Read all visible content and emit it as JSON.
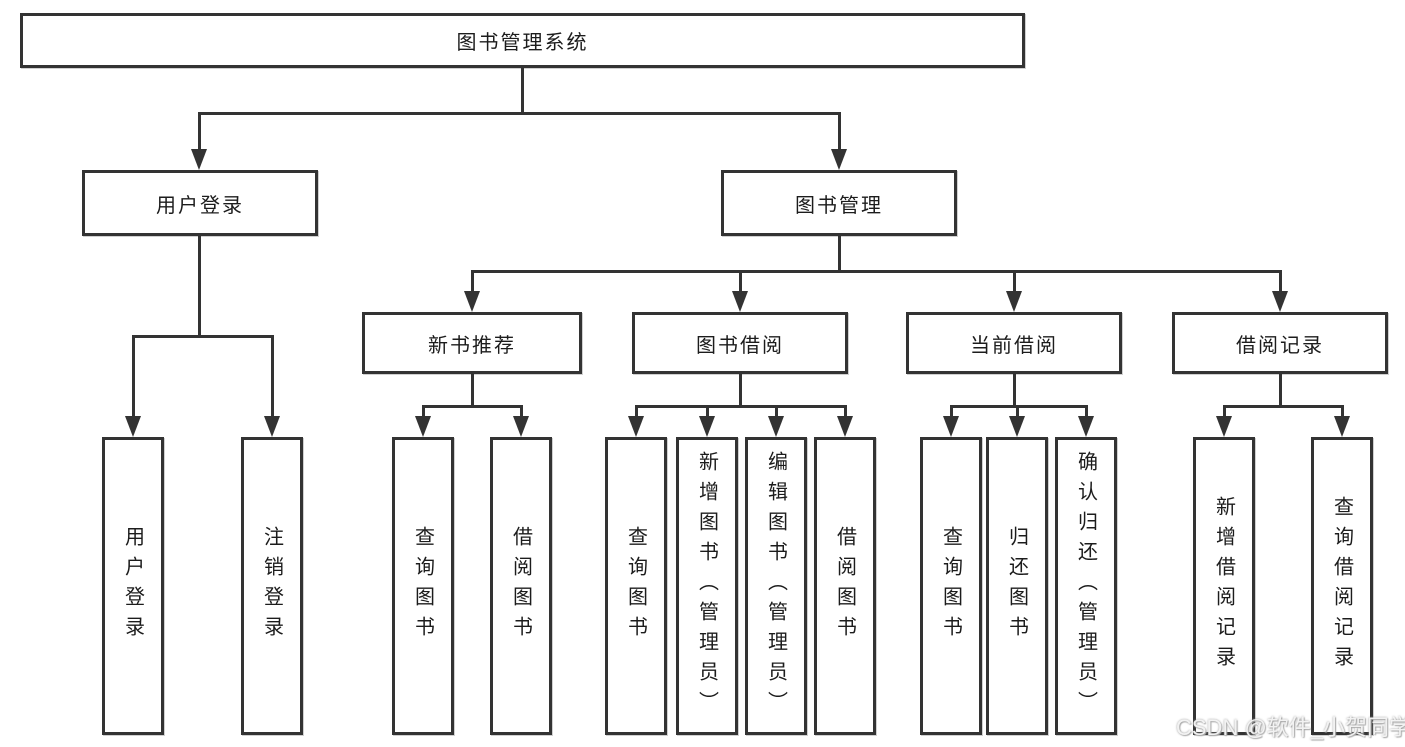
{
  "tree": {
    "root": "图书管理系统",
    "children": [
      {
        "label": "用户登录",
        "children": [
          "用户登录",
          "注销登录"
        ]
      },
      {
        "label": "图书管理",
        "children": [
          {
            "label": "新书推荐",
            "children": [
              "查询图书",
              "借阅图书"
            ]
          },
          {
            "label": "图书借阅",
            "children": [
              "查询图书",
              "新增图书（管理员）",
              "编辑图书（管理员）",
              "借阅图书"
            ]
          },
          {
            "label": "当前借阅",
            "children": [
              "查询图书",
              "归还图书",
              "确认归还（管理员）"
            ]
          },
          {
            "label": "借阅记录",
            "children": [
              "新增借阅记录",
              "查询借阅记录"
            ]
          }
        ]
      }
    ]
  },
  "watermark": {
    "text": "CSDN @软件_小贺同学"
  },
  "colors": {
    "line": "#333333",
    "background": "#ffffff",
    "text": "#1c1c1c",
    "watermark": "#d9d9d9"
  }
}
